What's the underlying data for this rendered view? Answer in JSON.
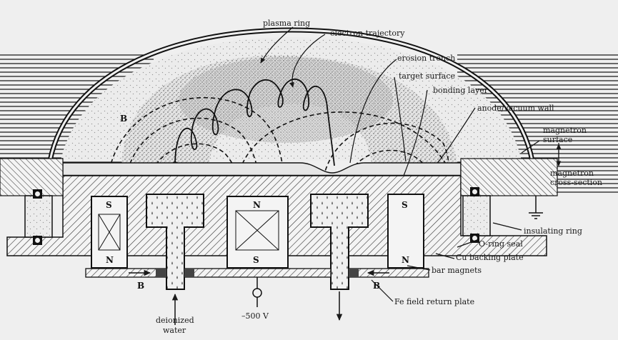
{
  "labels": {
    "plasma_ring": "plasma ring",
    "electron_trajectory": "electron trajectory",
    "erosion_trench": "erosion trench",
    "target_surface": "target surface",
    "bonding_layer": "bonding layer",
    "anode_wall": "anode/vacuum wall",
    "magnetron_surface_1": "magnetron",
    "magnetron_surface_2": "surface",
    "magnetron_cross_1": "magnetron",
    "magnetron_cross_2": "cross-section",
    "insulating_ring": "insulating ring",
    "o_ring_seal": "O-ring seal",
    "cu_backing_plate": "Cu backing plate",
    "bar_magnets": "bar magnets",
    "fe_plate": "Fe field return plate",
    "voltage": "–500 V",
    "water_1": "deionized",
    "water_2": "water",
    "b_field": "B",
    "b_left": "B",
    "b_right": "B"
  },
  "magnets": {
    "left_top": "S",
    "left_bottom": "N",
    "center_top": "N",
    "center_bottom": "S",
    "right_top": "S",
    "right_bottom": "N"
  },
  "colors": {
    "ink": "#1a1a1a",
    "paper": "#efefef"
  }
}
